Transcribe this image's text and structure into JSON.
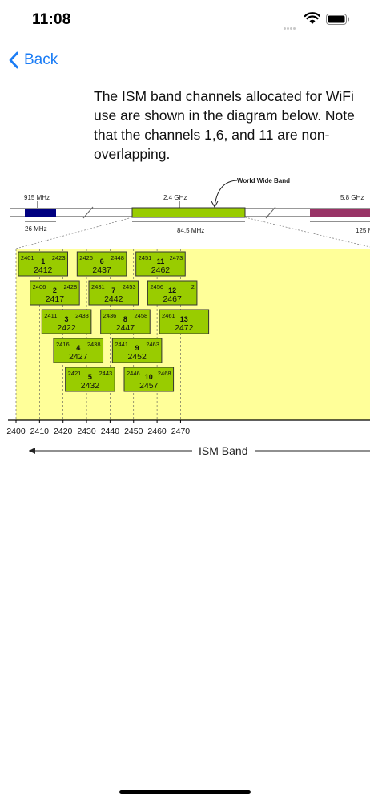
{
  "status_bar": {
    "time": "11:08"
  },
  "nav": {
    "back_label": "Back"
  },
  "content": {
    "intro": "The ISM band channels allocated for WiFi use are shown in the diagram below. Note that the channels 1,6, and 11 are non-overlapping."
  },
  "diagram": {
    "top_labels": {
      "mhz915": "915 MHz",
      "ghz24": "2.4 GHz",
      "ghz58": "5.8 GHz",
      "world_wide_band": "World Wide Band"
    },
    "bandwidths": {
      "mhz26": "26 MHz",
      "mhz845": "84.5 MHz",
      "mhz125": "125 M"
    },
    "channels": [
      {
        "number": "1",
        "center": "2412",
        "low": "2401",
        "high": "2423"
      },
      {
        "number": "2",
        "center": "2417",
        "low": "2406",
        "high": "2428"
      },
      {
        "number": "3",
        "center": "2422",
        "low": "2411",
        "high": "2433"
      },
      {
        "number": "4",
        "center": "2427",
        "low": "2416",
        "high": "2438"
      },
      {
        "number": "5",
        "center": "2432",
        "low": "2421",
        "high": "2443"
      },
      {
        "number": "6",
        "center": "2437",
        "low": "2426",
        "high": "2448"
      },
      {
        "number": "7",
        "center": "2442",
        "low": "2431",
        "high": "2453"
      },
      {
        "number": "8",
        "center": "2447",
        "low": "2436",
        "high": "2458"
      },
      {
        "number": "9",
        "center": "2452",
        "low": "2441",
        "high": "2463"
      },
      {
        "number": "10",
        "center": "2457",
        "low": "2446",
        "high": "2468"
      },
      {
        "number": "11",
        "center": "2462",
        "low": "2451",
        "high": "2473"
      },
      {
        "number": "12",
        "center": "2467",
        "low": "2456",
        "high": "2"
      },
      {
        "number": "13",
        "center": "2472",
        "low": "2461",
        "high": ""
      }
    ],
    "axis_ticks": [
      "2400",
      "2410",
      "2420",
      "2430",
      "2440",
      "2450",
      "2460",
      "2470"
    ],
    "axis_title": "ISM Band",
    "colors": {
      "channel_fill": "#99cc00",
      "band_bg": "#ffff99",
      "low_band": "#000080",
      "high_band": "#993366"
    }
  }
}
